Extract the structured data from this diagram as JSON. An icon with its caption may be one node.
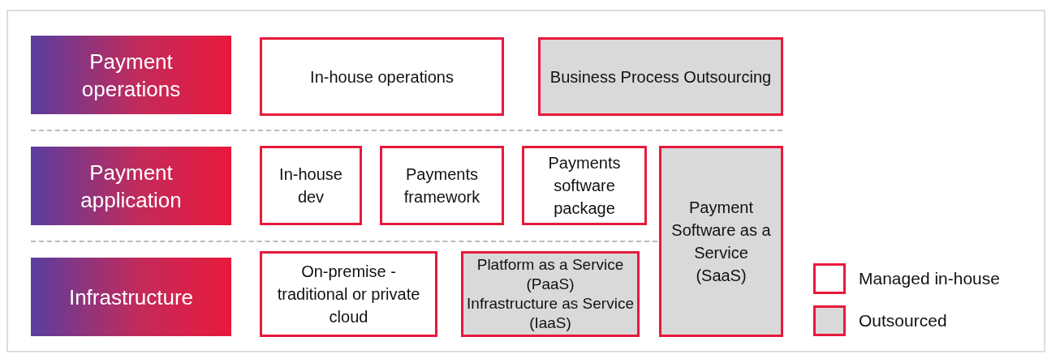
{
  "diagram": {
    "nodes": [
      {
        "text": [
          "Payment operations"
        ]
      },
      {
        "text": [
          "In-house operations"
        ]
      },
      {
        "text": [
          "Business Process Outsourcing"
        ]
      },
      {
        "text": [
          "Payment application"
        ]
      },
      {
        "text": [
          "In-house dev"
        ]
      },
      {
        "text": [
          "Payments framework"
        ]
      },
      {
        "text": [
          "Payments software package"
        ]
      },
      {
        "text": [
          "Payment Software as a Service (SaaS)"
        ]
      },
      {
        "text": [
          "Infrastructure"
        ]
      },
      {
        "text": [
          "On-premise - traditional or private cloud"
        ]
      },
      {
        "text": [
          "Platform as a Service (PaaS)",
          "Infrastructure as Service (IaaS)"
        ]
      }
    ],
    "edges": [],
    "legend": [
      {
        "text": "Managed in-house",
        "color": "#ffffff"
      },
      {
        "text": "Outsourced",
        "color": "#d9d9d9"
      }
    ]
  }
}
